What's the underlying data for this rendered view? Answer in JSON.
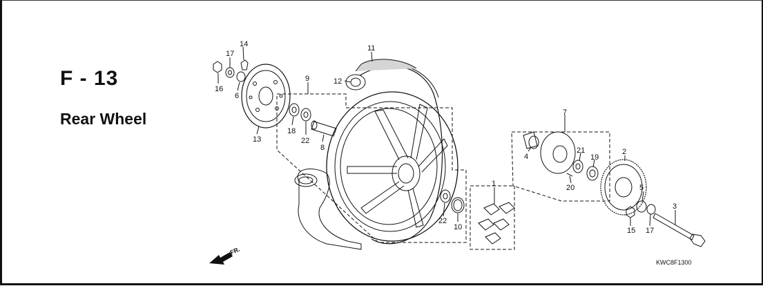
{
  "header": {
    "section_code": "F - 13",
    "section_title": "Rear Wheel"
  },
  "diagram": {
    "figure_code": "KWC8F1300",
    "direction_label": "FR.",
    "callouts": {
      "n1": "1",
      "n2": "2",
      "n3": "3",
      "n4": "4",
      "n5": "5",
      "n6": "6",
      "n7": "7",
      "n8": "8",
      "n9": "9",
      "n10": "10",
      "n11": "11",
      "n12": "12",
      "n13": "13",
      "n14": "14",
      "n15": "15",
      "n16": "16",
      "n17a": "17",
      "n17b": "17",
      "n18": "18",
      "n19": "19",
      "n20": "20",
      "n21": "21",
      "n22a": "22",
      "n22b": "22"
    }
  },
  "colors": {
    "line": "#111111",
    "tire_shade": "#bdbdbd"
  }
}
